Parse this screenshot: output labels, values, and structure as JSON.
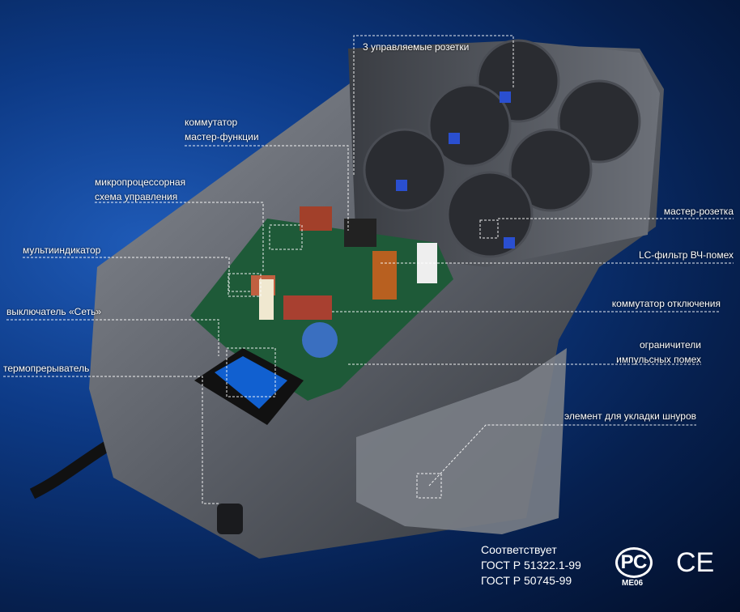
{
  "labels": {
    "controlled_sockets": "3 управляемые розетки",
    "master_switch_1": "коммутатор",
    "master_switch_2": "мастер-функции",
    "mcu_1": "микропроцессорная",
    "mcu_2": "схема управления",
    "multiindicator": "мультииндикатор",
    "power_switch": "выключатель «Сеть»",
    "thermal_breaker": "термопрерыватель",
    "master_socket": "мастер-розетка",
    "lc_filter": "LC-фильтр ВЧ-помех",
    "cutoff_switch": "коммутатор отключения",
    "surge_1": "ограничители",
    "surge_2": "импульсных помех",
    "cord_holder": "элемент для укладки шнуров"
  },
  "certification": {
    "line1": "Соответствует",
    "line2": "ГОСТ Р 51322.1-99",
    "line3": "ГОСТ Р 50745-99",
    "rst_logo": "РС",
    "rst_code": "ME06",
    "ce_mark": "CE"
  }
}
